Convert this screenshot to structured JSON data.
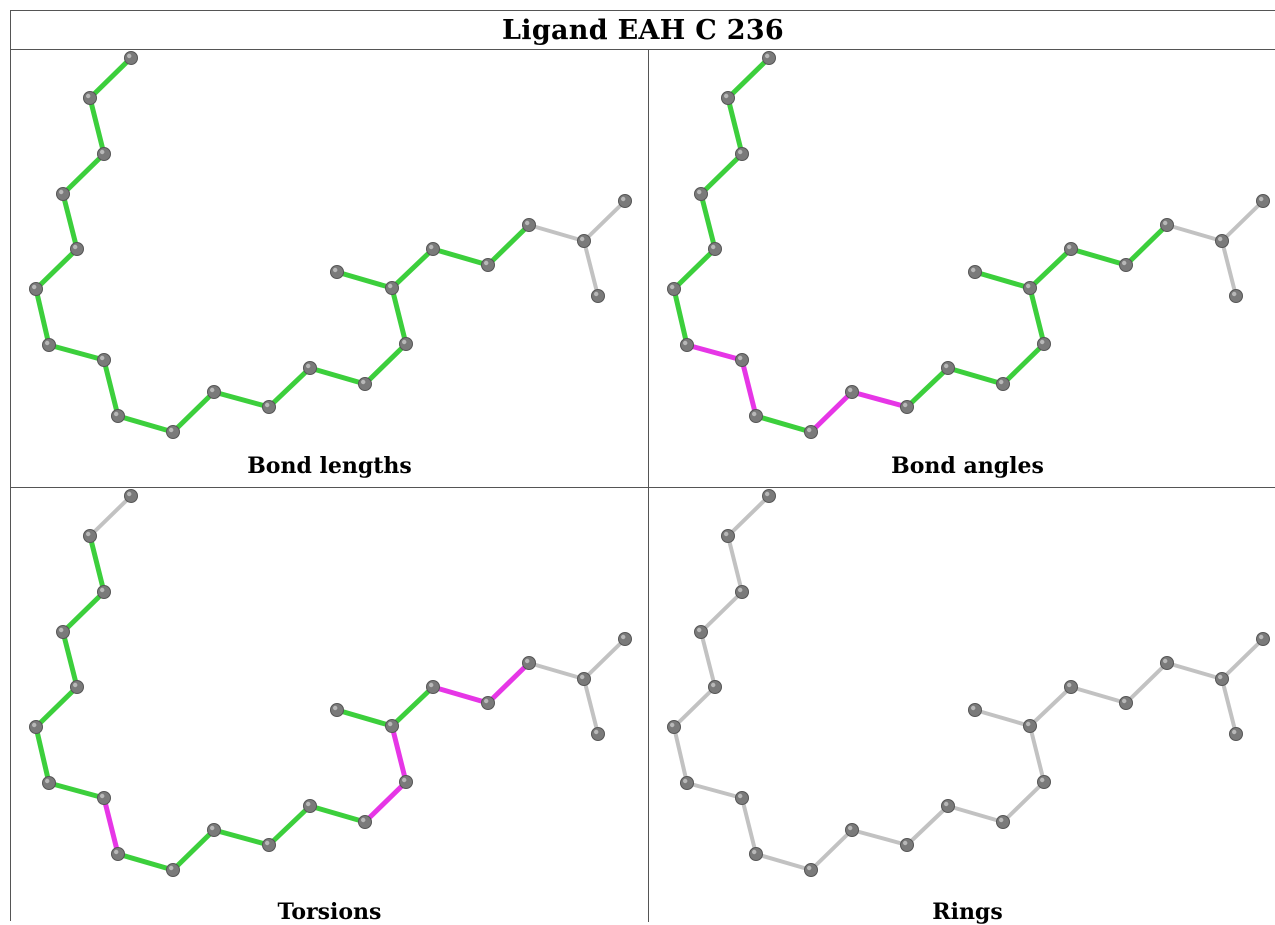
{
  "title": "Ligand EAH C 236",
  "colors": {
    "ok": "#3ccf3c",
    "outlier": "#e636e6",
    "none": "#c2c2c2",
    "atom": "#7a7a7a"
  },
  "panels": [
    {
      "label": "Bond lengths",
      "outliers": [],
      "inactive": [
        [
          25,
          26
        ],
        [
          26,
          27
        ],
        [
          26,
          28
        ]
      ],
      "all_inactive": false
    },
    {
      "label": "Bond angles",
      "outliers": [
        [
          6,
          7
        ],
        [
          7,
          8
        ],
        [
          9,
          10
        ],
        [
          10,
          11
        ]
      ],
      "inactive": [
        [
          25,
          26
        ],
        [
          26,
          27
        ],
        [
          26,
          28
        ]
      ],
      "all_inactive": false
    },
    {
      "label": "Torsions",
      "outliers": [
        [
          7,
          8
        ],
        [
          14,
          15
        ],
        [
          15,
          16
        ],
        [
          19,
          20
        ],
        [
          24,
          25
        ]
      ],
      "inactive": [
        [
          0,
          1
        ],
        [
          25,
          26
        ],
        [
          26,
          27
        ],
        [
          26,
          28
        ]
      ],
      "all_inactive": false
    },
    {
      "label": "Rings",
      "outliers": [],
      "inactive": [],
      "all_inactive": true
    }
  ]
}
